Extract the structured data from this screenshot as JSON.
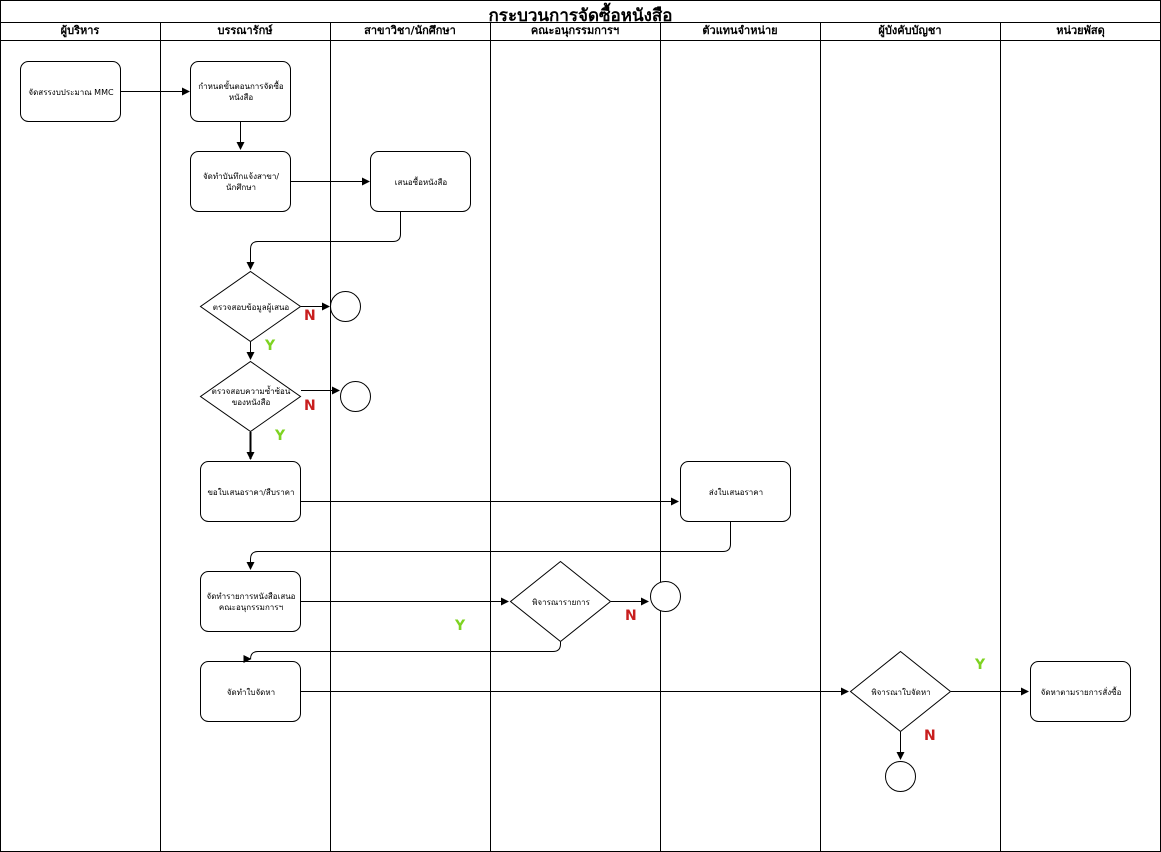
{
  "title": "กระบวนการจัดซื้อหนังสือ",
  "lanes": [
    "ผู้บริหาร",
    "บรรณารักษ์",
    "สาขาวิชา/นักศึกษา",
    "คณะอนุกรรมการฯ",
    "ตัวแทนจำหน่าย",
    "ผู้บังคับบัญชา",
    "หน่วยพัสดุ"
  ],
  "nodes": {
    "n1": "จัดสรรงบประมาณ MMC",
    "n2": "กำหนดขั้นตอนการจัดซื้อ\nหนังสือ",
    "n3": "จัดทำบันทึกแจ้งสาขา/\nนักศึกษา",
    "n4": "เสนอซื้อหนังสือ",
    "d1": "ตรวจสอบข้อมูลผู้เสนอ",
    "d2": "ตรวจสอบความซ้ำซ้อน\nของหนังสือ",
    "n5": "ขอใบเสนอราคา/สืบราคา",
    "n6": "ส่งใบเสนอราคา",
    "n7": "จัดทำรายการหนังสือเสนอ\nคณะอนุกรรมการฯ",
    "d3": "พิจารณารายการ",
    "n8": "จัดทำใบจัดหา",
    "d4": "พิจารณาใบจัดหา",
    "n9": "จัดหาตามรายการสั่งซื้อ"
  },
  "labels": {
    "d1_no": "N",
    "d1_yes": "Y",
    "d2_no": "N",
    "d2_yes": "Y",
    "d3_no": "N",
    "d3_yes": "Y",
    "d4_no": "N",
    "d4_yes": "Y"
  },
  "colors": {
    "yes": "#7ed321",
    "no": "#c81e1e",
    "stroke": "#000000"
  }
}
